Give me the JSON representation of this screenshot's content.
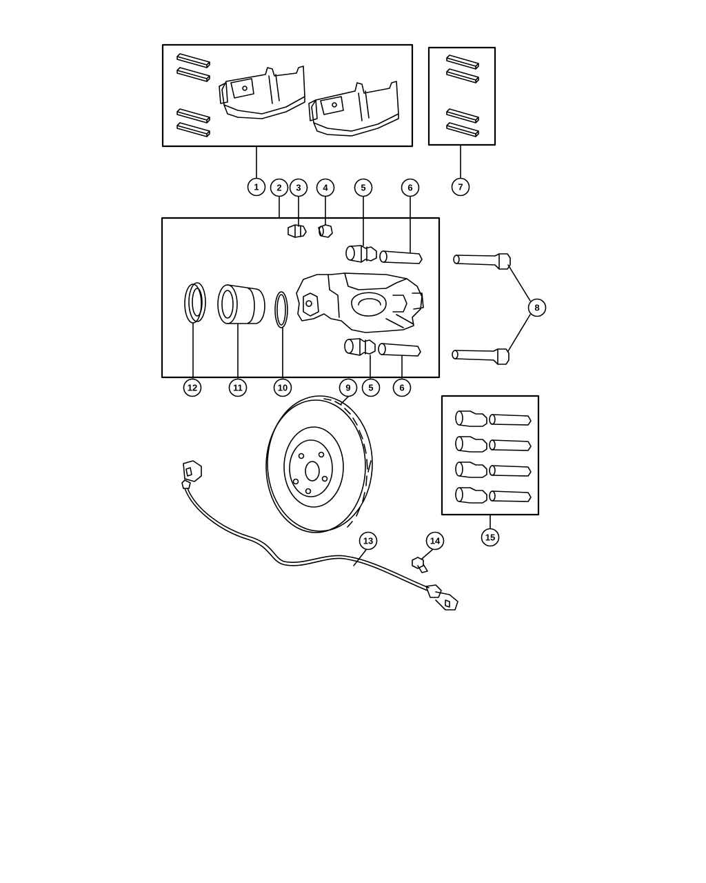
{
  "diagram": {
    "line_color": "#000000",
    "background": "#ffffff",
    "callouts": {
      "c1": "1",
      "c2": "2",
      "c3": "3",
      "c4": "4",
      "c5a": "5",
      "c6a": "6",
      "c7": "7",
      "c8": "8",
      "c9": "9",
      "c10": "10",
      "c11": "11",
      "c12": "12",
      "c5b": "5",
      "c6b": "6",
      "c13": "13",
      "c14": "14",
      "c15": "15"
    }
  }
}
